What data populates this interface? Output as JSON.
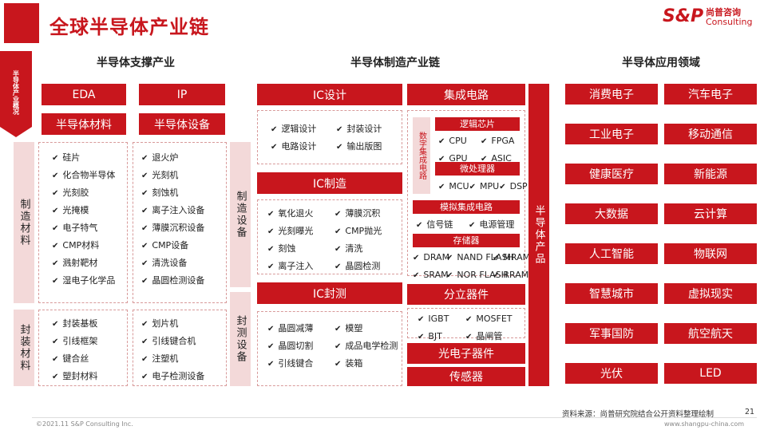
{
  "header": {
    "title": "全球半导体产业链",
    "logo_main": "S&P",
    "logo_cn": "尚普咨询",
    "logo_en": "Consulting"
  },
  "side_tag": "半导体产业概况",
  "columns": {
    "support": "半导体支撑产业",
    "manufacturing": "半导体制造产业链",
    "application": "半导体应用领域"
  },
  "support": {
    "eda": "EDA",
    "ip": "IP",
    "materials": "半导体材料",
    "equipment": "半导体设备",
    "mfg_materials_label": "制造材料",
    "mfg_materials": [
      "硅片",
      "化合物半导体",
      "光刻胶",
      "光掩模",
      "电子特气",
      "CMP材料",
      "溅射靶材",
      "湿电子化学品"
    ],
    "mfg_equipment": [
      "退火炉",
      "光刻机",
      "刻蚀机",
      "离子注入设备",
      "薄膜沉积设备",
      "CMP设备",
      "清洗设备",
      "晶圆检测设备"
    ],
    "mfg_equipment_label": "制造设备",
    "pkg_materials_label": "封装材料",
    "pkg_materials": [
      "封装基板",
      "引线框架",
      "键合丝",
      "塑封材料"
    ],
    "pkg_equipment": [
      "划片机",
      "引线键合机",
      "注塑机",
      "电子检测设备"
    ],
    "pkg_equipment_label": "封测设备"
  },
  "manufacturing": {
    "ic_design": "IC设计",
    "ic_design_items": [
      "逻辑设计",
      "封装设计",
      "电路设计",
      "输出版图"
    ],
    "ic_fab": "IC制造",
    "ic_fab_items": [
      "氧化退火",
      "薄膜沉积",
      "光刻曝光",
      "CMP抛光",
      "刻蚀",
      "清洗",
      "离子注入",
      "晶圆检测"
    ],
    "ic_pkg": "IC封测",
    "ic_pkg_items": [
      "晶圆减薄",
      "模塑",
      "晶圆切割",
      "成品电学检测",
      "引线键合",
      "装箱"
    ],
    "ic": "集成电路",
    "digital_ic": "数字集成电路",
    "logic_chip": "逻辑芯片",
    "logic_items": [
      "CPU",
      "FPGA",
      "GPU",
      "ASIC"
    ],
    "micro_processor": "微处理器",
    "micro_items": [
      "MCU",
      "MPU",
      "DSP"
    ],
    "analog_ic": "模拟集成电路",
    "analog_items": [
      "信号链",
      "电源管理"
    ],
    "memory": "存储器",
    "memory_items": [
      "DRAM",
      "NAND FLASH",
      "MRAM",
      "SRAM",
      "NOR FLASH",
      "RRAM"
    ],
    "discrete": "分立器件",
    "discrete_items": [
      "IGBT",
      "MOSFET",
      "BJT",
      "晶闸管"
    ],
    "optoelectronic": "光电子器件",
    "sensor": "传感器",
    "products_label": "半导体产品"
  },
  "applications": [
    "消费电子",
    "汽车电子",
    "工业电子",
    "移动通信",
    "健康医疗",
    "新能源",
    "大数据",
    "云计算",
    "人工智能",
    "物联网",
    "智慧城市",
    "虚拟现实",
    "军事国防",
    "航空航天",
    "光伏",
    "LED"
  ],
  "footer": {
    "source": "资料来源：尚普研究院结合公开资料整理绘制",
    "page": "21",
    "copyright": "©2021.11  S&P Consulting Inc.",
    "website": "www.shangpu-china.com"
  },
  "colors": {
    "brand_red": "#c8161d",
    "pink": "#f3d9d9"
  }
}
